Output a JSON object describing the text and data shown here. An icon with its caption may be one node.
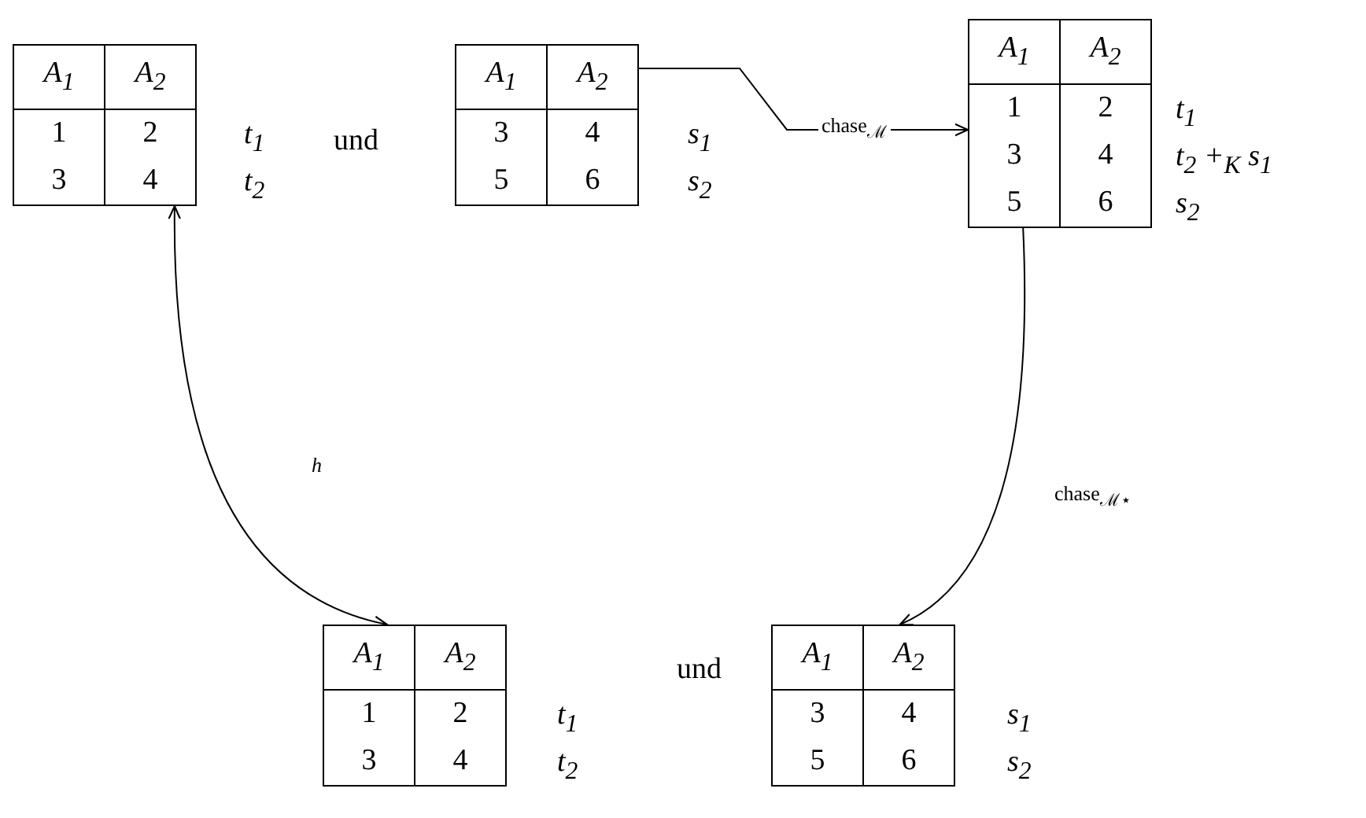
{
  "diagram": {
    "nodes": [
      {
        "text": [
          "A$_{1}$",
          "A$_{2}$",
          "1",
          "2",
          "3",
          "4"
        ],
        "beside": [
          "t$_{1}$",
          "t$_{2}$"
        ]
      },
      {
        "text": [
          "A$_{1}$",
          "A$_{2}$",
          "3",
          "4",
          "5",
          "6"
        ],
        "beside": [
          "s$_{1}$",
          "s$_{2}$"
        ]
      },
      {
        "text": [
          "A$_{1}$",
          "A$_{2}$",
          "1",
          "2",
          "3",
          "4",
          "5",
          "6"
        ],
        "beside": [
          "t$_{1}$",
          "t$_{2}$ +$_{K}$ s$_{1}$",
          "s$_{2}$"
        ]
      },
      {
        "text": [
          "A$_{1}$",
          "A$_{2}$",
          "1",
          "2",
          "3",
          "4"
        ],
        "beside": [
          "t$_{1}$",
          "t$_{2}$"
        ]
      },
      {
        "text": [
          "A$_{1}$",
          "A$_{2}$",
          "3",
          "4",
          "5",
          "6"
        ],
        "beside": [
          "s$_{1}$",
          "s$_{2}$"
        ]
      }
    ],
    "edges": [
      {
        "from": 1,
        "to": 2,
        "arrow": "to",
        "label": "chase$_{ℳ}$"
      },
      {
        "from": 2,
        "to": 4,
        "arrow": "to",
        "label": "chase$_{ℳ⋆}$"
      },
      {
        "from": 0,
        "to": 3,
        "arrow": "both",
        "label": "h"
      }
    ],
    "labels": [
      "und",
      "und"
    ]
  }
}
